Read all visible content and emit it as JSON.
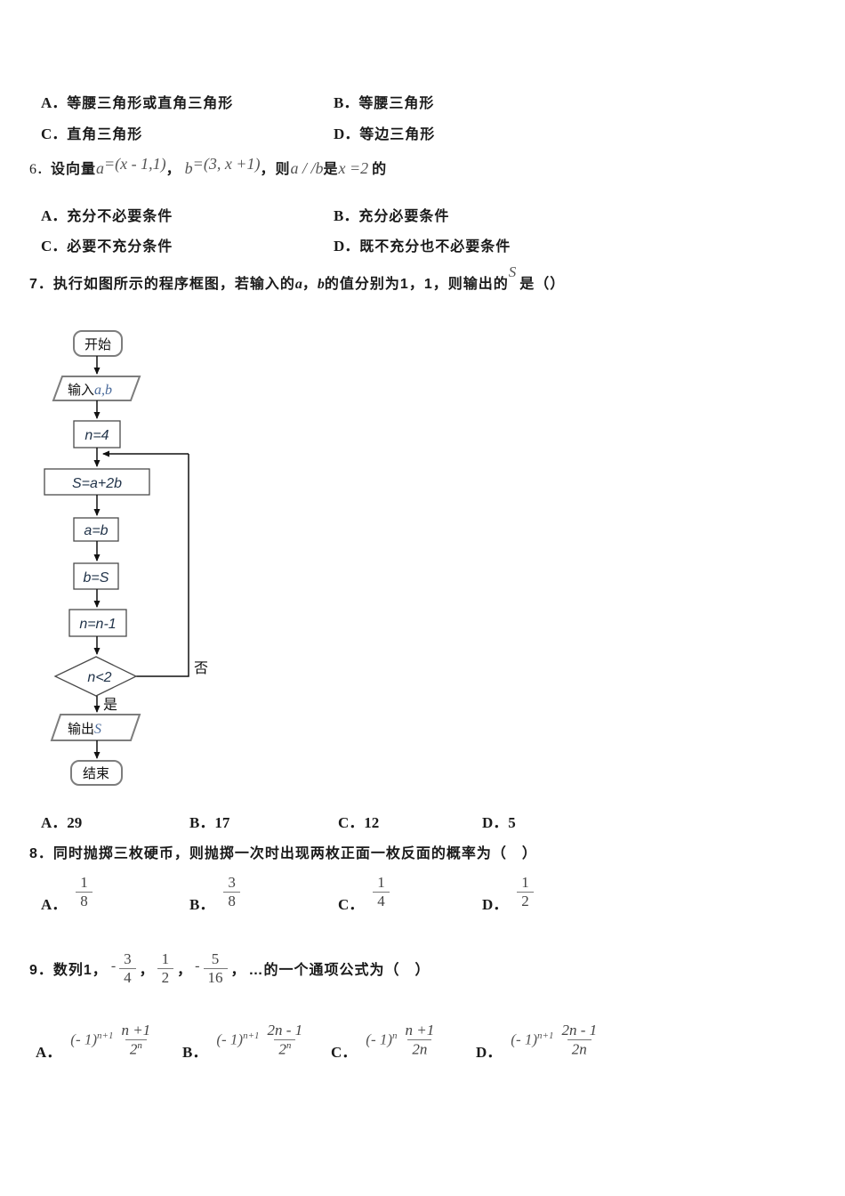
{
  "q5": {
    "options": [
      {
        "label": "A．",
        "text": "等腰三角形或直角三角形"
      },
      {
        "label": "B．",
        "text": "等腰三角形"
      },
      {
        "label": "C．",
        "text": "直角三角形"
      },
      {
        "label": "D．",
        "text": "等边三角形"
      }
    ]
  },
  "q6": {
    "number": "6．",
    "lead": "设向量",
    "vec_a": "a",
    "eq_a": "=(x - 1,1)",
    "comma1": "，",
    "vec_b": "b",
    "eq_b": "=(3, x +1)",
    "comma2": "，",
    "then": "则",
    "parallel": "a / /b",
    "is": "是",
    "xeq": "x =2",
    "suffix": "的",
    "options": [
      {
        "label": "A．",
        "text": "充分不必要条件"
      },
      {
        "label": "B．",
        "text": "充分必要条件"
      },
      {
        "label": "C．",
        "text": "必要不充分条件"
      },
      {
        "label": "D．",
        "text": "既不充分也不必要条件"
      }
    ]
  },
  "q7": {
    "part1": "7．执行如图所示的程序框图，若输入的",
    "var_a": "a",
    "comma": "，",
    "var_b": "b",
    "part2": "的值分别为1，1，则输出的",
    "sup_s": "S",
    "part3": "是（）",
    "flowchart": {
      "start": "开始",
      "input_label": "输入",
      "input_vars": "a,b",
      "n4": "n=4",
      "s_formula": "S=a+2b",
      "ab": "a=b",
      "bs": "b=S",
      "n_dec": "n=n-1",
      "cond": "n<2",
      "no": "否",
      "yes": "是",
      "output_label": "输出",
      "output_var": "S",
      "end": "结束"
    },
    "options": [
      {
        "label": "A．",
        "text": "29"
      },
      {
        "label": "B．",
        "text": "17"
      },
      {
        "label": "C．",
        "text": "12"
      },
      {
        "label": "D．",
        "text": "5"
      }
    ]
  },
  "q8": {
    "text": "8．同时抛掷三枚硬币，则抛掷一次时出现两枚正面一枚反面的概率为（　）",
    "options": [
      {
        "label": "A．",
        "num": "1",
        "den": "8"
      },
      {
        "label": "B．",
        "num": "3",
        "den": "8"
      },
      {
        "label": "C．",
        "num": "1",
        "den": "4"
      },
      {
        "label": "D．",
        "num": "1",
        "den": "2"
      }
    ]
  },
  "q9": {
    "prefix": "9．数列1，",
    "t1_sign": "-",
    "t1_num": "3",
    "t1_den": "4",
    "c1": "，",
    "t2_num": "1",
    "t2_den": "2",
    "c2": "，",
    "t3_sign": "-",
    "t3_num": "5",
    "t3_den": "16",
    "c3": "，",
    "suffix": "…的一个通项公式为（　）",
    "options": [
      {
        "label": "A．",
        "base": "(- 1)",
        "exp": "n+1",
        "num": "n +1",
        "den": "2",
        "den_exp": "n"
      },
      {
        "label": "B．",
        "base": "(- 1)",
        "exp": "n+1",
        "num": "2n - 1",
        "den": "2",
        "den_exp": "n"
      },
      {
        "label": "C．",
        "base": "(- 1)",
        "exp": "n",
        "num": "n +1",
        "den": "2n",
        "den_exp": ""
      },
      {
        "label": "D．",
        "base": "(- 1)",
        "exp": "n+1",
        "num": "2n - 1",
        "den": "2n",
        "den_exp": ""
      }
    ]
  }
}
